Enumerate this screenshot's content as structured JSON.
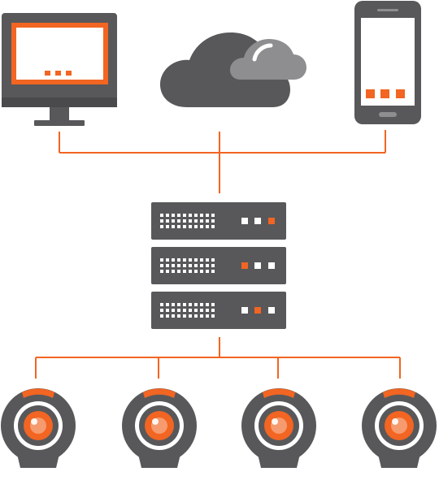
{
  "diagram": {
    "description_nodes": [
      "monitor",
      "cloud",
      "smartphone",
      "server-rack",
      "webcam",
      "webcam",
      "webcam",
      "webcam"
    ],
    "server_units": 3,
    "camera_count": 4
  },
  "colors": {
    "dark": "#58585a",
    "darker": "#4a4a4c",
    "light_gray": "#8e8e90",
    "accent": "#f26522",
    "white": "#ffffff"
  },
  "icons": {
    "monitor": "monitor-icon",
    "cloud": "cloud-icon",
    "phone": "smartphone-icon",
    "server": "server-rack-icon",
    "camera": "webcam-icon"
  }
}
